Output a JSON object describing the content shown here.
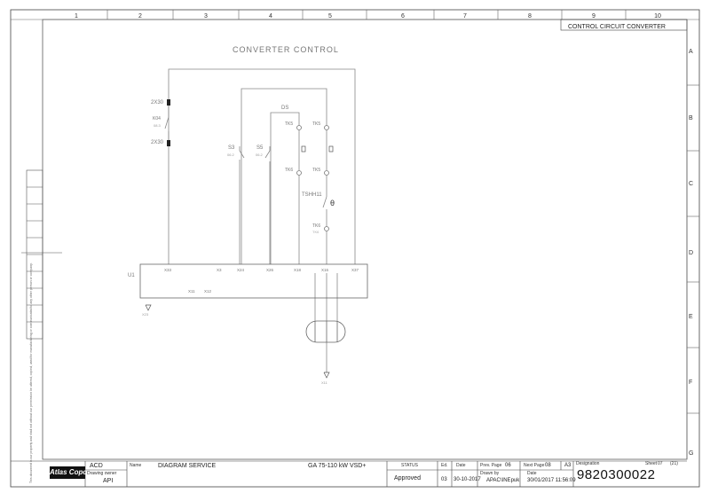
{
  "columns": [
    "1",
    "2",
    "3",
    "4",
    "5",
    "6",
    "7",
    "8",
    "9",
    "10"
  ],
  "rows": [
    "A",
    "B",
    "C",
    "D",
    "E",
    "F",
    "G"
  ],
  "header": {
    "sheet_title": "CONTROL CIRCUIT CONVERTER"
  },
  "diagram": {
    "title": "CONVERTER CONTROL",
    "labels": {
      "x30_top": "2X30",
      "k04": "K04",
      "k04_ref": "08.3",
      "x30_bot": "2X30",
      "s3": "S3",
      "s3_ref": "06.2",
      "s5": "S5",
      "s5_ref": "06.2",
      "tk5_a": "TK5",
      "tk5_b": "TK5",
      "tk5_c": "TK5",
      "tk6_a": "TK6",
      "tk6_b": "TK6",
      "tk6_c": "TK6",
      "tshh11": "TSHH11",
      "theta": "θ",
      "ds": "DS",
      "u1": "U1",
      "x33": "X33",
      "x3": "X3",
      "x24": "X24",
      "x26": "X26",
      "x18": "X18",
      "x16": "X16",
      "x37": "X37",
      "x11": "X11",
      "x12": "X12",
      "out_left": "X23",
      "out_mid": "X11"
    }
  },
  "title_block": {
    "company": "ACD",
    "drawing_owner_label": "Drawing owner",
    "drawing_owner": "API",
    "name_label": "Name",
    "name": "DIAGRAM SERVICE",
    "product": "GA 75-110 kW VSD+",
    "status_label": "STATUS",
    "status": "Approved",
    "ed_label": "Ed.",
    "ed": "03",
    "date_label": "Date",
    "date": "30-10-2017",
    "prev_page_label": "Prev. Page",
    "prev_page": "06",
    "next_page_label": "Next Page",
    "next_page": "08",
    "format": "A3",
    "drawn_by_label": "Drawn by",
    "drawn_by": "APAC\\INEpuk",
    "date2_label": "Date",
    "date2": "30/01/2017 11:56:09",
    "designation_label": "Designation",
    "designation": "9820300022",
    "sheet_label": "Sheet",
    "sheet": "07",
    "sheet_total": "(21)",
    "logo": "Atlas Copco",
    "side_note": "This document is our property and shall not without our permission be altered, copied, used for manufacturing or communicated to any other person or company."
  }
}
